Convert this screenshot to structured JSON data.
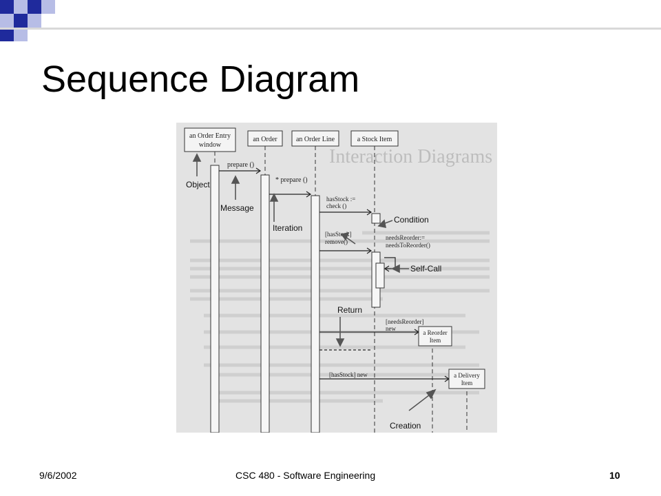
{
  "slide": {
    "title": "Sequence Diagram",
    "footer_date": "9/6/2002",
    "footer_course": "CSC 480 - Software Engineering",
    "page_number": "10"
  },
  "colors": {
    "accent_dark": "#1f2a9c",
    "accent_light": "#b7bde6",
    "rule": "#d9d9d9",
    "figure_bg": "#e3e3e3"
  },
  "diagram": {
    "objects": {
      "order_entry_window_line1": "an Order Entry",
      "order_entry_window_line2": "window",
      "order": "an Order",
      "order_line": "an Order Line",
      "stock_item": "a Stock Item",
      "reorder_item_line1": "a Reorder",
      "reorder_item_line2": "Item",
      "delivery_item_line1": "a Delivery",
      "delivery_item_line2": "Item"
    },
    "messages": {
      "prepare": "prepare ()",
      "iter_prepare": "* prepare ()",
      "has_stock_line1": "hasStock :=",
      "has_stock_line2": "check ()",
      "has_stock_remove_line1": "[hasStock]",
      "has_stock_remove_line2": "remove()",
      "needs_reorder_line1": "needsReorder:=",
      "needs_reorder_line2": "needsToReorder()",
      "needs_reorder_new_line1": "[needsReorder]",
      "needs_reorder_new_line2": "new",
      "has_stock_new": "[hasStock] new"
    },
    "callouts": {
      "object": "Object",
      "message": "Message",
      "iteration": "Iteration",
      "condition": "Condition",
      "self_call": "Self-Call",
      "return": "Return",
      "creation": "Creation"
    },
    "background_heading": "Interaction Diagrams"
  }
}
